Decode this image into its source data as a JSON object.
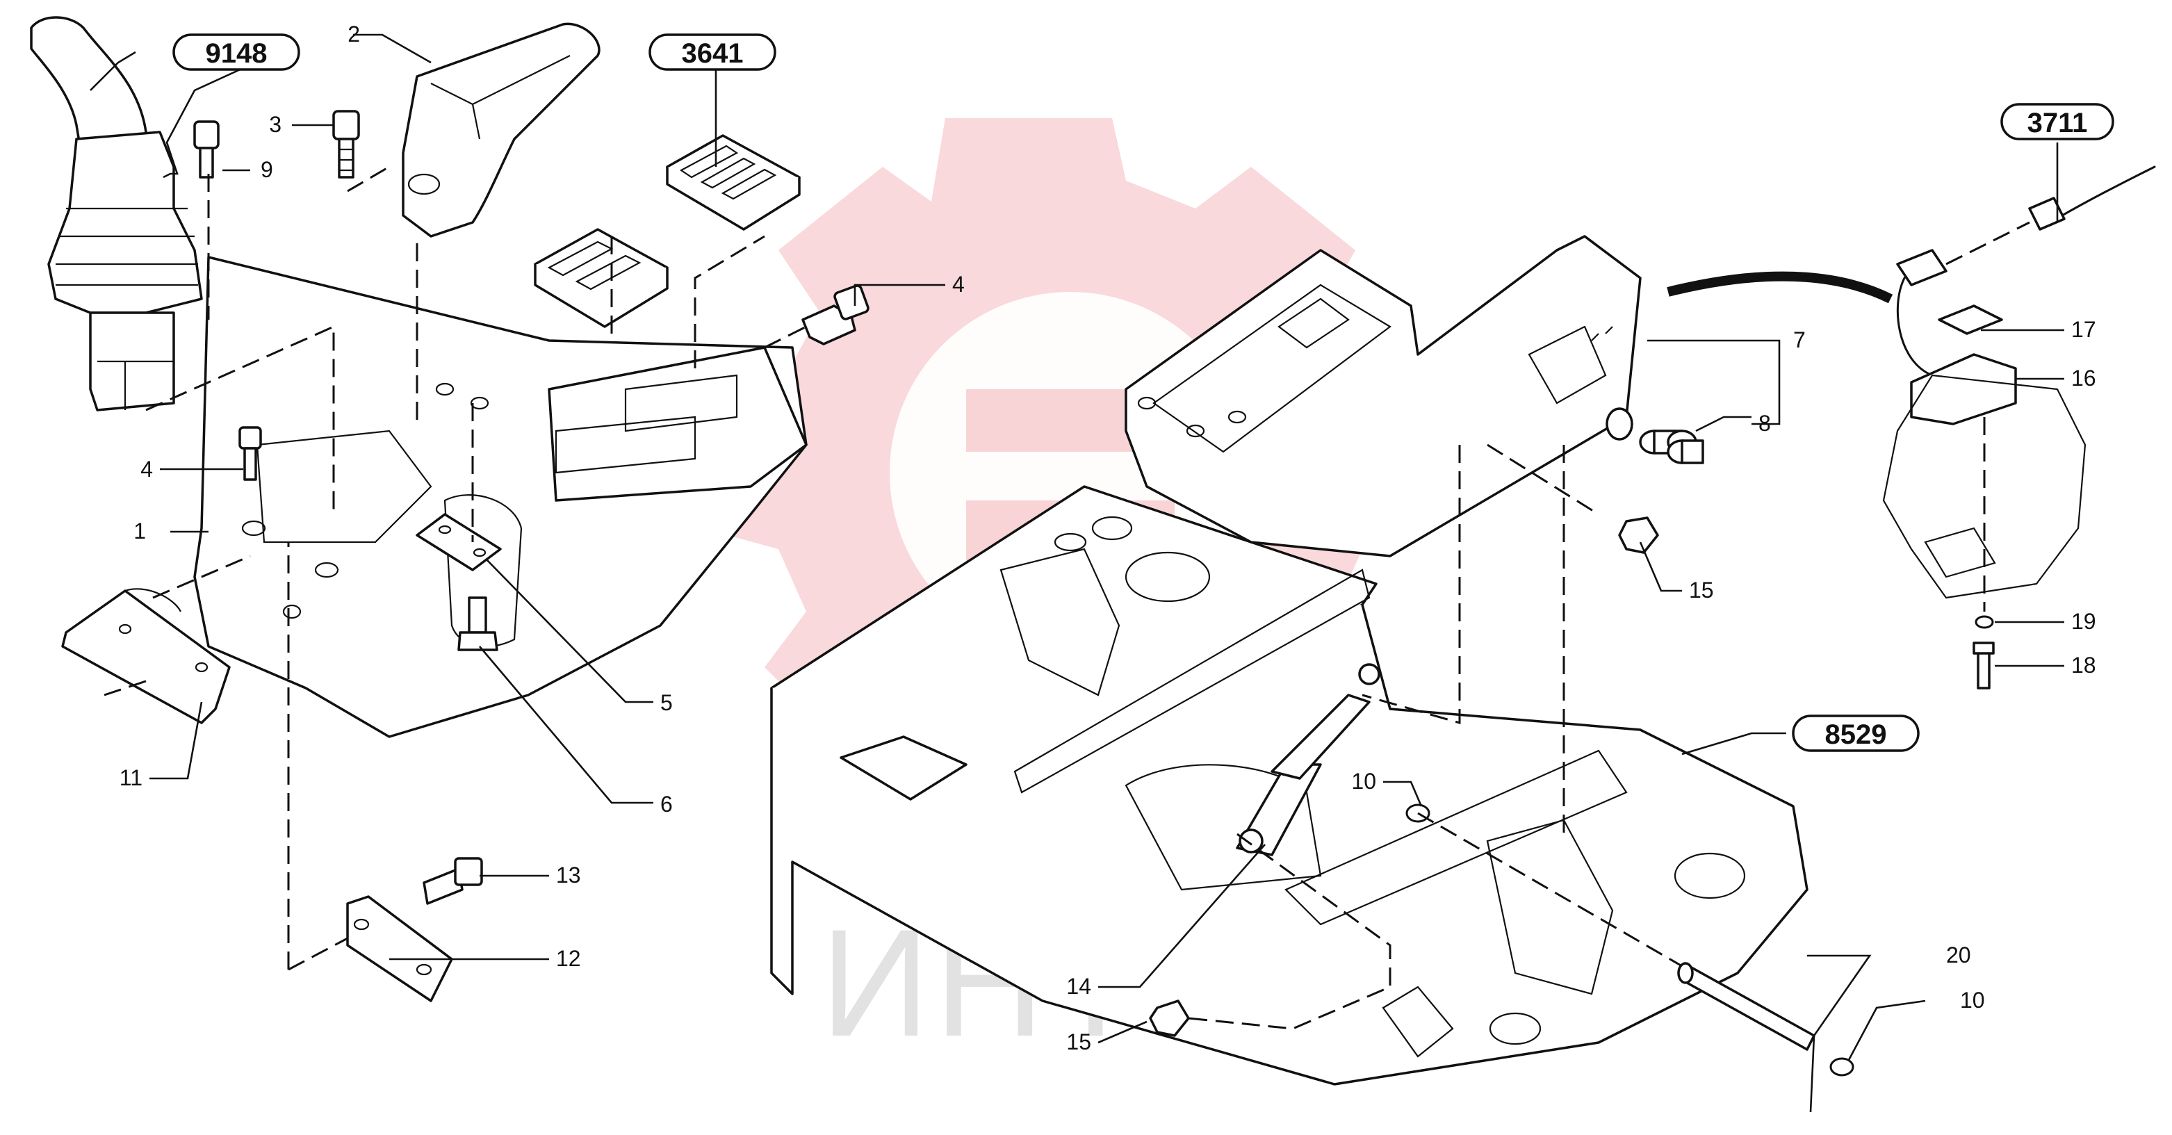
{
  "group_codes": {
    "joystick": "9148",
    "switch_panel": "3641",
    "sensor": "3711",
    "frame": "8529"
  },
  "callouts": [
    "1",
    "2",
    "3",
    "4",
    "4",
    "5",
    "6",
    "7",
    "8",
    "9",
    "10",
    "10",
    "11",
    "12",
    "13",
    "14",
    "15",
    "15",
    "16",
    "17",
    "18",
    "19",
    "20"
  ],
  "watermark": {
    "text": "ИНТЕХ",
    "color": "#f4b9bd"
  }
}
